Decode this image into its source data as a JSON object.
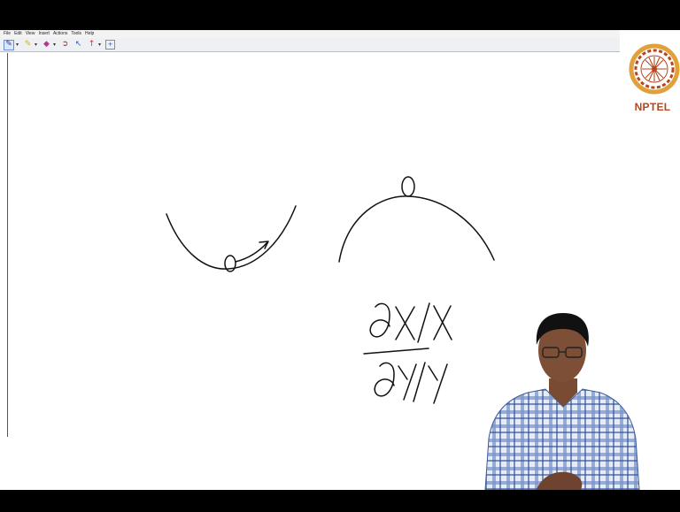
{
  "menu": [
    "File",
    "Edit",
    "View",
    "Insert",
    "Actions",
    "Tools",
    "Help"
  ],
  "toolbar": {
    "pen_glyph": "✎",
    "caret_glyph": "▾",
    "highlighter_glyph": "✎",
    "eraser_glyph": "◆",
    "lasso_glyph": "➲",
    "select_glyph": "↖",
    "marker_glyph": "↑",
    "add_page_glyph": "+"
  },
  "logo": {
    "text": "NPTEL",
    "color": "#b5461d"
  },
  "ink_color": "#111111"
}
